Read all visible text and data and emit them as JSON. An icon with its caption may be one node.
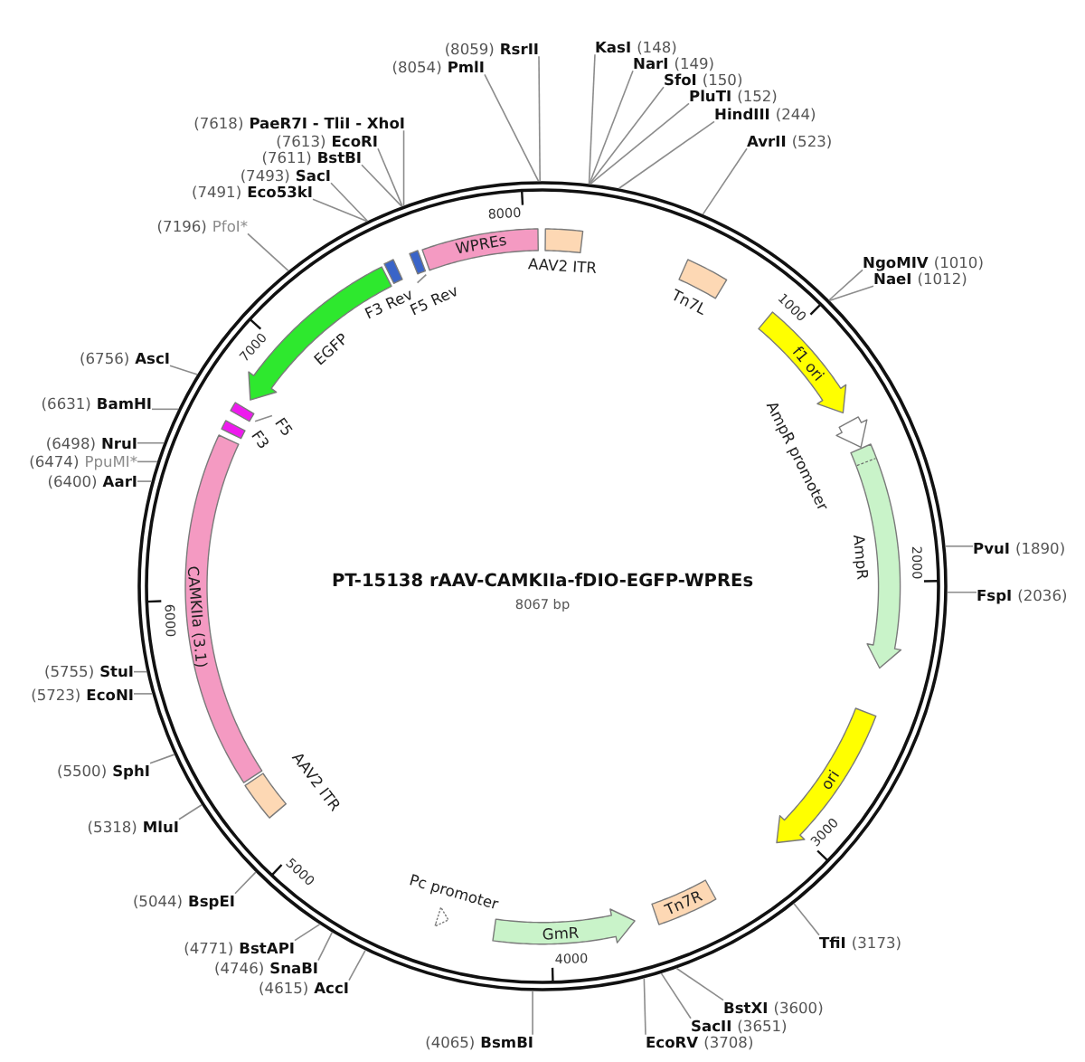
{
  "diagram": {
    "title": "PT-15138 rAAV-CAMKIIa-fDIO-EGFP-WPREs",
    "nodes": [
      {
        "text": [
          "(8059)",
          "RsrII"
        ]
      },
      {
        "text": [
          "KasI",
          "(148)"
        ]
      },
      {
        "text": [
          "(8054)",
          "PmlI"
        ]
      },
      {
        "text": [
          "NarI",
          "(149)"
        ]
      },
      {
        "text": [
          "SfoI",
          "(150)"
        ]
      },
      {
        "text": [
          "PluTI",
          "(152)"
        ]
      },
      {
        "text": [
          "HindIII",
          "(244)"
        ]
      },
      {
        "text": [
          "(7618)",
          "PaeR7I - TliI - XhoI"
        ]
      },
      {
        "text": [
          "(7613)",
          "EcoRI"
        ]
      },
      {
        "text": [
          "AvrII",
          "(523)"
        ]
      },
      {
        "text": [
          "(7611)",
          "BstBI"
        ]
      },
      {
        "text": [
          "(7493)",
          "SacI"
        ]
      },
      {
        "text": [
          "(7491)",
          "Eco53kI"
        ]
      },
      {
        "text": [
          "(7196)",
          "PfoI*"
        ]
      },
      {
        "text": [
          "NgoMIV",
          "(1010)"
        ]
      },
      {
        "text": [
          "NaeI",
          "(1012)"
        ]
      },
      {
        "text": [
          "(6756)",
          "AscI"
        ]
      },
      {
        "text": [
          "(6631)",
          "BamHI"
        ]
      },
      {
        "text": [
          "(6498)",
          "NruI"
        ]
      },
      {
        "text": [
          "(6474)",
          "PpuMI*"
        ]
      },
      {
        "text": [
          "(6400)",
          "AarI"
        ]
      },
      {
        "text": [
          "PvuI",
          "(1890)"
        ]
      },
      {
        "text": [
          "FspI",
          "(2036)"
        ]
      },
      {
        "text": [
          "(5755)",
          "StuI"
        ]
      },
      {
        "text": [
          "(5723)",
          "EcoNI"
        ]
      },
      {
        "text": [
          "(5500)",
          "SphI"
        ]
      },
      {
        "text": [
          "(5318)",
          "MluI"
        ]
      },
      {
        "text": [
          "(5044)",
          "BspEI"
        ]
      },
      {
        "text": [
          "TfiI",
          "(3173)"
        ]
      },
      {
        "text": [
          "(4771)",
          "BstAPI"
        ]
      },
      {
        "text": [
          "(4746)",
          "SnaBI"
        ]
      },
      {
        "text": [
          "(4615)",
          "AccI"
        ]
      },
      {
        "text": [
          "BstXI",
          "(3600)"
        ]
      },
      {
        "text": [
          "SacII",
          "(3651)"
        ]
      },
      {
        "text": [
          "(4065)",
          "BsmBI"
        ]
      },
      {
        "text": [
          "EcoRV",
          "(3708)"
        ]
      },
      {
        "text": [
          "WPREs"
        ]
      },
      {
        "text": [
          "AAV2 ITR"
        ]
      },
      {
        "text": [],
        "shape": "box"
      },
      {
        "text": [
          "F5 Rev"
        ]
      },
      {
        "text": [
          "F3 Rev"
        ]
      },
      {
        "text": [
          "Tn7L"
        ]
      },
      {
        "text": [
          "f1 ori"
        ]
      },
      {
        "text": [
          "EGFP"
        ]
      },
      {
        "text": [],
        "shape": "box"
      },
      {
        "text": [
          "F5"
        ]
      },
      {
        "text": [
          "F3"
        ]
      },
      {
        "text": [
          "AmpR promoter"
        ]
      },
      {
        "text": [
          "AmpR"
        ]
      },
      {
        "text": [
          "CAMKIIa (3.1)"
        ]
      },
      {
        "text": [
          "ori"
        ]
      },
      {
        "text": [
          "AAV2 ITR"
        ]
      },
      {
        "text": [
          "Pc promoter"
        ]
      },
      {
        "text": [
          "Tn7R"
        ]
      },
      {
        "text": [
          "GmR"
        ]
      }
    ],
    "edges": [
      {
        "from": 0,
        "to": null,
        "arrow": "none"
      },
      {
        "from": 1,
        "to": null,
        "arrow": "none"
      },
      {
        "from": 2,
        "to": null,
        "arrow": "none"
      },
      {
        "from": 3,
        "to": null,
        "arrow": "none"
      },
      {
        "from": 4,
        "to": null,
        "arrow": "none"
      },
      {
        "from": 5,
        "to": null,
        "arrow": "none"
      },
      {
        "from": 6,
        "to": null,
        "arrow": "none"
      },
      {
        "from": 7,
        "to": null,
        "arrow": "none"
      },
      {
        "from": 8,
        "to": null,
        "arrow": "none"
      },
      {
        "from": 9,
        "to": null,
        "arrow": "none"
      },
      {
        "from": 10,
        "to": null,
        "arrow": "none"
      },
      {
        "from": 11,
        "to": null,
        "arrow": "none"
      },
      {
        "from": 12,
        "to": null,
        "arrow": "none"
      },
      {
        "from": 13,
        "to": null,
        "arrow": "none"
      },
      {
        "from": 14,
        "to": null,
        "arrow": "none"
      },
      {
        "from": 15,
        "to": null,
        "arrow": "none"
      },
      {
        "from": 16,
        "to": null,
        "arrow": "none"
      },
      {
        "from": 17,
        "to": null,
        "arrow": "none"
      },
      {
        "from": 18,
        "to": null,
        "arrow": "none"
      },
      {
        "from": 19,
        "to": null,
        "arrow": "none"
      },
      {
        "from": 20,
        "to": null,
        "arrow": "none"
      },
      {
        "from": 21,
        "to": null,
        "arrow": "none"
      },
      {
        "from": 22,
        "to": null,
        "arrow": "none"
      },
      {
        "from": 23,
        "to": null,
        "arrow": "none"
      },
      {
        "from": 24,
        "to": null,
        "arrow": "none"
      },
      {
        "from": 25,
        "to": null,
        "arrow": "none"
      },
      {
        "from": 26,
        "to": null,
        "arrow": "none"
      },
      {
        "from": 27,
        "to": null,
        "arrow": "none"
      },
      {
        "from": 28,
        "to": null,
        "arrow": "none"
      },
      {
        "from": 29,
        "to": null,
        "arrow": "none"
      },
      {
        "from": 30,
        "to": null,
        "arrow": "none"
      },
      {
        "from": 31,
        "to": null,
        "arrow": "none"
      },
      {
        "from": 32,
        "to": null,
        "arrow": "none"
      },
      {
        "from": 33,
        "to": null,
        "arrow": "none"
      },
      {
        "from": 34,
        "to": null,
        "arrow": "none"
      },
      {
        "from": 35,
        "to": null,
        "arrow": "none"
      },
      {
        "from": 39,
        "to": 38,
        "arrow": "none"
      },
      {
        "from": 45,
        "to": 44,
        "arrow": "none"
      }
    ],
    "labels": [
      "8000",
      "1000",
      "7000",
      "2000",
      "8067 bp",
      "6000",
      "3000",
      "5000",
      "4000"
    ]
  }
}
